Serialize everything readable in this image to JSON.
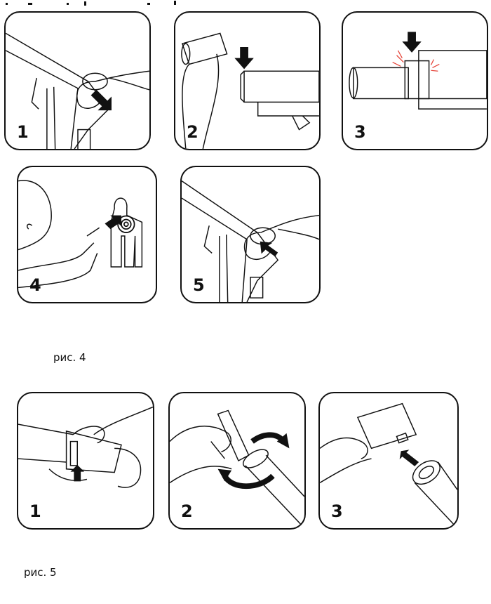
{
  "figure4": {
    "caption": "рис. 4",
    "steps": [
      "1",
      "2",
      "3",
      "4",
      "5"
    ]
  },
  "figure5": {
    "caption": "рис. 5",
    "steps": [
      "1",
      "2",
      "3"
    ]
  },
  "colors": {
    "line": "#111111",
    "accent": "#e5453a"
  },
  "icons": [
    "arrow-icon",
    "target-icon",
    "rotate-arrow-icon",
    "hand-icon"
  ]
}
